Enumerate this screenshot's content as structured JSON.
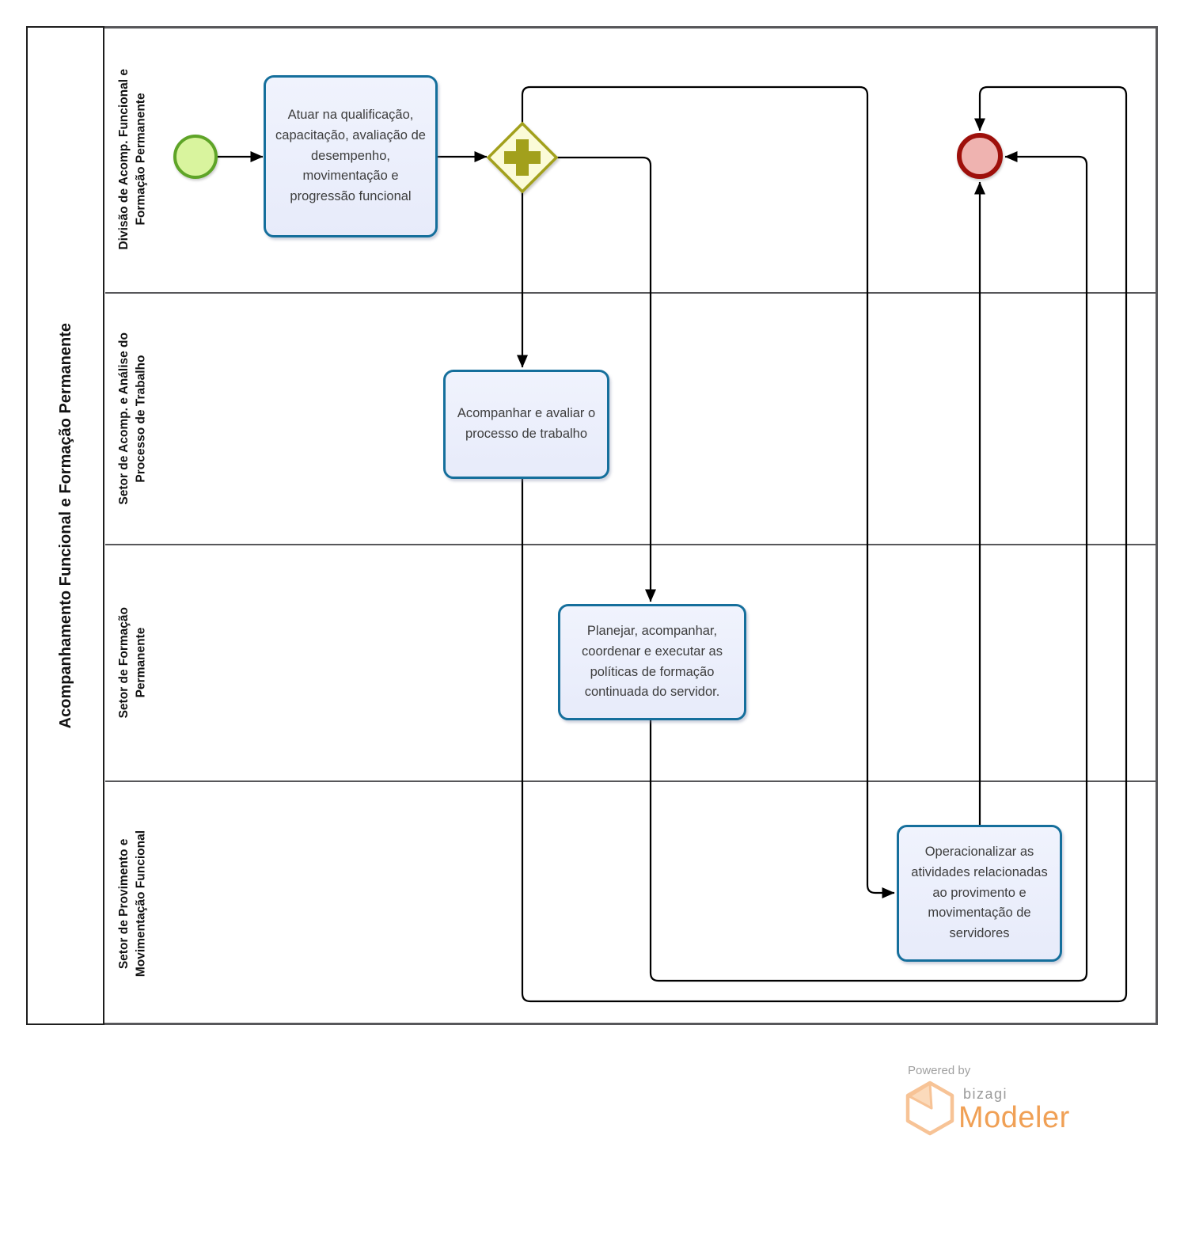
{
  "diagram": {
    "type": "bpmn-process",
    "pool": {
      "title": "Acompanhamento Funcional e Formação Permanente",
      "lanes": [
        {
          "label": "Divisão de Acomp. Funcional e\nFormação Permanente"
        },
        {
          "label": "Setor de Acomp. e Análise do\nProcesso de Trabalho"
        },
        {
          "label": "Setor de Formação\nPermanente"
        },
        {
          "label": "Setor de Provimento e\nMovimentação Funcional"
        }
      ]
    },
    "nodes": [
      {
        "id": "start",
        "type": "start-event",
        "lane": 0,
        "label": ""
      },
      {
        "id": "task-atuar",
        "type": "task",
        "lane": 0,
        "label": "Atuar na qualificação, capacitação, avaliação de desempenho, movimentação e progressão funcional"
      },
      {
        "id": "gateway",
        "type": "parallel-gateway",
        "symbol": "+",
        "lane": 0,
        "label": ""
      },
      {
        "id": "task-acompanhar",
        "type": "task",
        "lane": 1,
        "label": "Acompanhar e avaliar o processo de trabalho"
      },
      {
        "id": "task-planejar",
        "type": "task",
        "lane": 2,
        "label": "Planejar, acompanhar, coordenar e executar as políticas de formação continuada do servidor."
      },
      {
        "id": "task-operacionalizar",
        "type": "task",
        "lane": 3,
        "label": "Operacionalizar as atividades relacionadas ao provimento e movimentação de servidores"
      },
      {
        "id": "end",
        "type": "end-event",
        "lane": 0,
        "label": ""
      }
    ],
    "edges": [
      {
        "from": "start",
        "to": "task-atuar"
      },
      {
        "from": "task-atuar",
        "to": "gateway"
      },
      {
        "from": "gateway",
        "to": "task-acompanhar"
      },
      {
        "from": "gateway",
        "to": "task-planejar"
      },
      {
        "from": "gateway",
        "to": "task-operacionalizar"
      },
      {
        "from": "task-acompanhar",
        "to": "end"
      },
      {
        "from": "task-planejar",
        "to": "end"
      },
      {
        "from": "task-operacionalizar",
        "to": "end"
      }
    ]
  },
  "footer": {
    "powered_by": "Powered by",
    "brand": "bizagi",
    "product": "Modeler"
  },
  "colors": {
    "task_border": "#156f9c",
    "task_fill": "#e9ecfb",
    "gateway_border": "#a2a01f",
    "gateway_fill": "#fbfbd8",
    "start_border": "#5ea427",
    "start_fill": "#d9f49e",
    "end_border": "#9e100b",
    "end_fill": "#efb3b0",
    "connector": "#000000",
    "pool_border": "#57575a",
    "pool_title_border": "#1e1e1e",
    "brand_gray": "#9b9b9b",
    "brand_orange": "#f0a055"
  }
}
